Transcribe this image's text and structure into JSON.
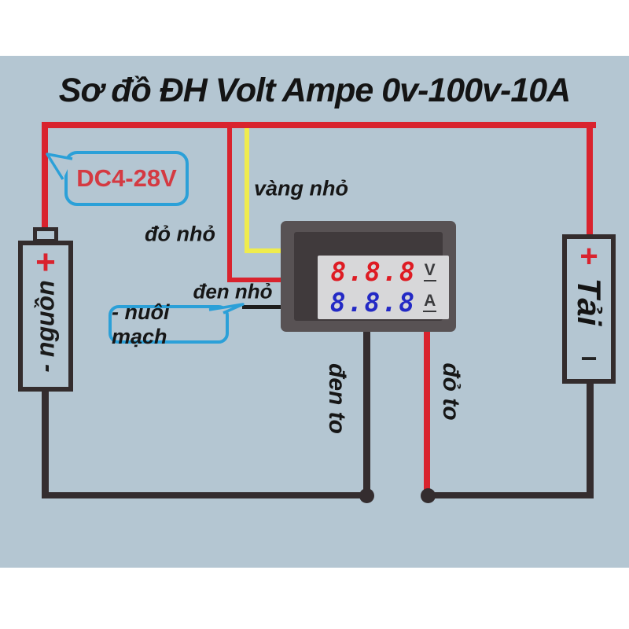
{
  "title": "Sơ đồ ĐH Volt Ampe 0v-100v-10A",
  "callouts": {
    "voltage_range": "DC4-28V",
    "power_feed": "- nuôi mạch"
  },
  "wire_labels": {
    "yellow_small": "vàng nhỏ",
    "red_small": "đỏ nhỏ",
    "black_small": "đen nhỏ",
    "black_big": "đen to",
    "red_big": "đỏ to"
  },
  "source": {
    "plus": "+",
    "label": "- nguồn"
  },
  "load": {
    "plus": "+",
    "label": "Tải",
    "minus": "−"
  },
  "meter": {
    "volt_value": "8.8.8",
    "volt_unit": "V",
    "amp_value": "8.8.8",
    "amp_unit": "A"
  },
  "colors": {
    "background_panel": "#b4c6d2",
    "wire_red": "#d9232e",
    "wire_yellow": "#efec4d",
    "wire_dark": "#342d2f",
    "callout_border_blue": "#2ba0d8",
    "digit_red": "#de1b23",
    "digit_blue": "#2329c5",
    "callout_text_red": "#d43a42"
  }
}
